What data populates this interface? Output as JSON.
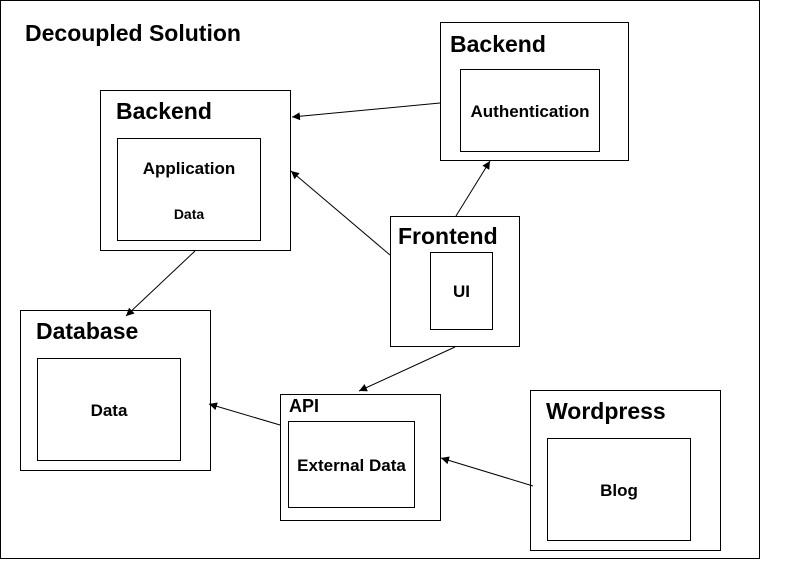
{
  "title": "Decoupled Solution",
  "nodes": {
    "backend_app": {
      "title": "Backend",
      "inner_label": "Application",
      "inner_sub": "Data"
    },
    "backend_auth": {
      "title": "Backend",
      "inner_label": "Authentication"
    },
    "frontend": {
      "title": "Frontend",
      "inner_label": "UI"
    },
    "database": {
      "title": "Database",
      "inner_label": "Data"
    },
    "api": {
      "title": "API",
      "inner_label": "External Data"
    },
    "wordpress": {
      "title": "Wordpress",
      "inner_label": "Blog"
    }
  },
  "edges": [
    {
      "from": "backend_auth",
      "to": "backend_app"
    },
    {
      "from": "frontend",
      "to": "backend_app"
    },
    {
      "from": "frontend",
      "to": "backend_auth"
    },
    {
      "from": "frontend",
      "to": "api"
    },
    {
      "from": "backend_app",
      "to": "database"
    },
    {
      "from": "api",
      "to": "database"
    },
    {
      "from": "wordpress",
      "to": "api"
    }
  ]
}
